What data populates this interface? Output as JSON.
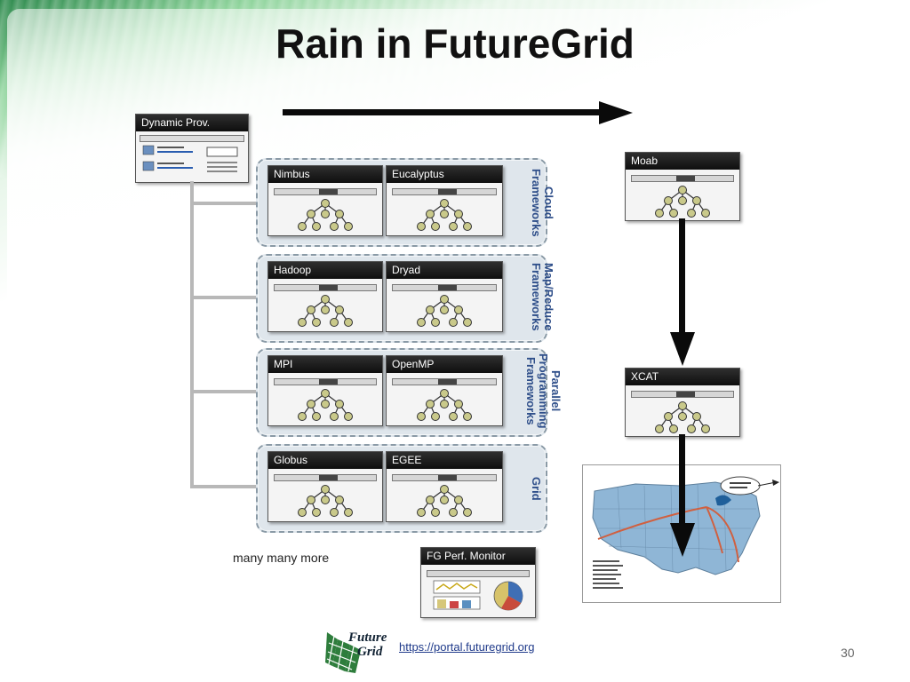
{
  "slide": {
    "title": "Rain in FutureGrid",
    "page_number": "30",
    "url": "https://portal.futuregrid.org",
    "logo_text": [
      "Future",
      "Grid"
    ]
  },
  "dynamic_prov": {
    "title": "Dynamic Prov."
  },
  "groups": [
    {
      "label": "Cloud\nFrameworks",
      "windows": [
        "Nimbus",
        "Eucalyptus"
      ]
    },
    {
      "label": "Map/Reduce\nFrameworks",
      "windows": [
        "Hadoop",
        "Dryad"
      ]
    },
    {
      "label": "Parallel\nProgramming\nFrameworks",
      "windows": [
        "MPI",
        "OpenMP"
      ]
    },
    {
      "label": "Grid",
      "windows": [
        "Globus",
        "EGEE"
      ]
    }
  ],
  "right_windows": {
    "moab": "Moab",
    "xcat": "XCAT"
  },
  "perf_monitor": {
    "title": "FG Perf. Monitor"
  },
  "caption": "many many more",
  "colors": {
    "accent_green": "#2e8a4e",
    "group_label": "#2f4f8a",
    "node_fill": "#c9c98a"
  }
}
